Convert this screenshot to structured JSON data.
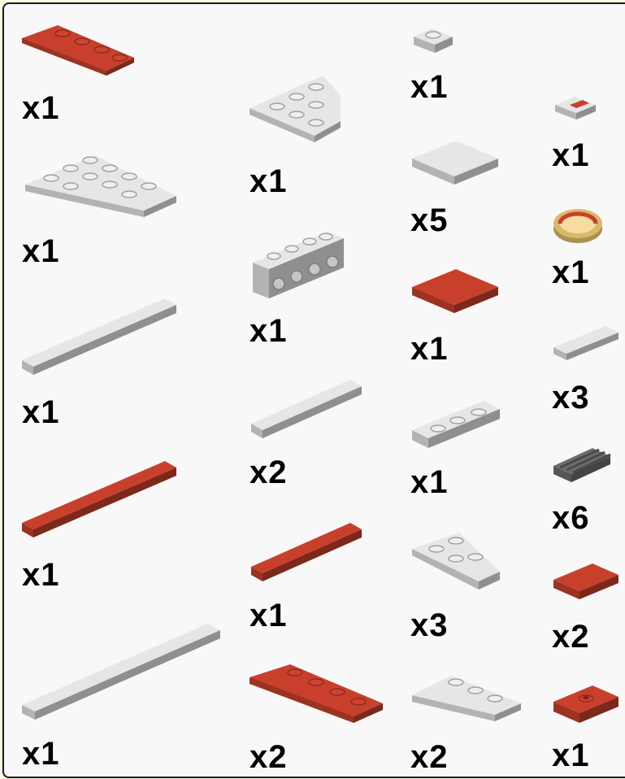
{
  "colors": {
    "red": "#c8402c",
    "white": "#e6e6e6",
    "dark_gray": "#6d6e6c",
    "tan": "#d9b86a",
    "background": "#f8f8f8",
    "border": "#1a1a1a"
  },
  "parts": [
    {
      "qty": "x1",
      "shape": "wedge-plate-4x2-left",
      "color": "red"
    },
    {
      "qty": "x1",
      "shape": "wedge-plate-6x3",
      "color": "white"
    },
    {
      "qty": "x1",
      "shape": "plate-1x10",
      "color": "white"
    },
    {
      "qty": "x1",
      "shape": "tile-1x10",
      "color": "red"
    },
    {
      "qty": "x1",
      "shape": "tile-1x12",
      "color": "white"
    },
    {
      "qty": "x1",
      "shape": "wedge-plate-3x3",
      "color": "white"
    },
    {
      "qty": "x1",
      "shape": "bracket-1x4",
      "color": "white"
    },
    {
      "qty": "x2",
      "shape": "tile-1x6",
      "color": "white"
    },
    {
      "qty": "x1",
      "shape": "tile-1x6",
      "color": "red"
    },
    {
      "qty": "x2",
      "shape": "wedge-plate-4x2-right",
      "color": "red"
    },
    {
      "qty": "x1",
      "shape": "plate-1x1",
      "color": "white"
    },
    {
      "qty": "x5",
      "shape": "tile-2x2",
      "color": "white"
    },
    {
      "qty": "x1",
      "shape": "tile-2x2",
      "color": "red"
    },
    {
      "qty": "x1",
      "shape": "plate-1x3",
      "color": "white"
    },
    {
      "qty": "x3",
      "shape": "wedge-plate-3x2",
      "color": "white"
    },
    {
      "qty": "x2",
      "shape": "wedge-plate-3x2-left",
      "color": "white"
    },
    {
      "qty": "x1",
      "shape": "tile-1x1-printed",
      "color": "white"
    },
    {
      "qty": "x1",
      "shape": "round-tile-2x2",
      "color": "tan"
    },
    {
      "qty": "x3",
      "shape": "tile-1x3",
      "color": "white"
    },
    {
      "qty": "x6",
      "shape": "grille-1x2",
      "color": "dark_gray"
    },
    {
      "qty": "x2",
      "shape": "tile-1x2",
      "color": "red"
    },
    {
      "qty": "x1",
      "shape": "jumper-plate-1x2",
      "color": "red"
    }
  ]
}
